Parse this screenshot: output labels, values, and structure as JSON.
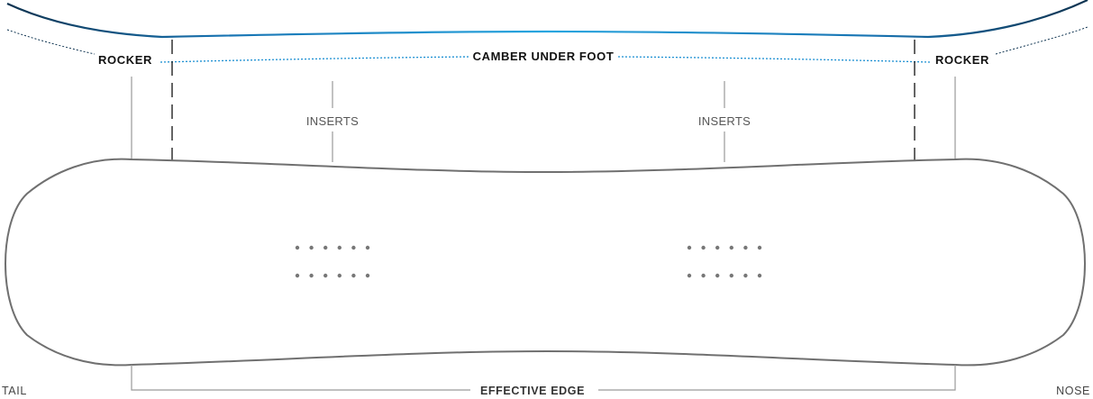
{
  "labels": {
    "rocker_left": "ROCKER",
    "rocker_right": "ROCKER",
    "camber": "CAMBER UNDER FOOT",
    "inserts_left": "INSERTS",
    "inserts_right": "INSERTS",
    "tail": "TAIL",
    "nose": "NOSE",
    "effective_edge": "EFFECTIVE EDGE"
  },
  "colors": {
    "profile_dark": "#0e3350",
    "profile_mid": "#1877b8",
    "profile_light": "#29a6e0",
    "camber_dots": "#1b8fd2",
    "board_outline": "#707070",
    "guide_line": "#9a9a9a",
    "dash_line": "#111111",
    "insert_dot": "#777777"
  },
  "inserts": {
    "rows": 2,
    "columns": 6,
    "groups": 2
  }
}
